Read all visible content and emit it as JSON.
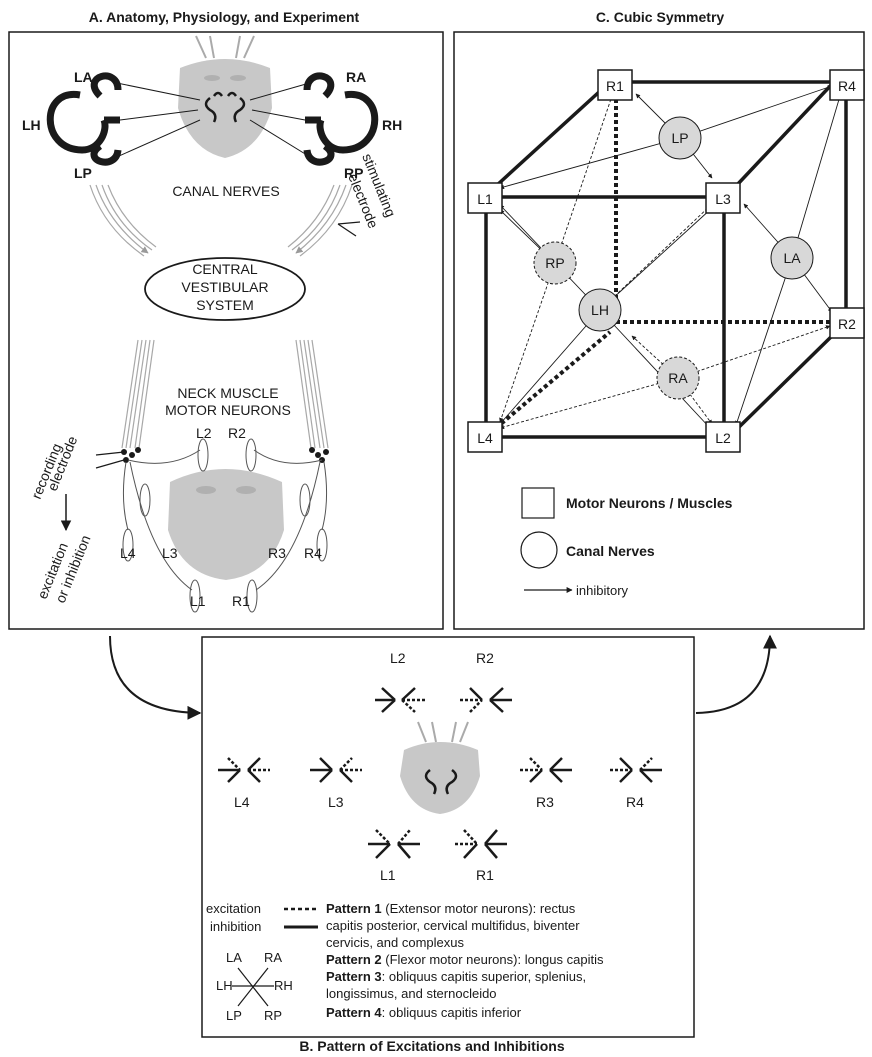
{
  "panel_a": {
    "title": "A. Anatomy, Physiology, and Experiment",
    "canals": {
      "la": "LA",
      "lh": "LH",
      "lp": "LP",
      "ra": "RA",
      "rh": "RH",
      "rp": "RP"
    },
    "canal_nerves": "CANAL NERVES",
    "stimulating": "stimulating",
    "electrode_1": "electrode",
    "cvs_line1": "CENTRAL",
    "cvs_line2": "VESTIBULAR",
    "cvs_line3": "SYSTEM",
    "neck_line1": "NECK MUSCLE",
    "neck_line2": "MOTOR NEURONS",
    "recording": "recording",
    "electrode_2": "electrode",
    "excitation": "excitation",
    "or_inhibition": "or inhibition",
    "muscles": {
      "l1": "L1",
      "l2": "L2",
      "l3": "L3",
      "l4": "L4",
      "r1": "R1",
      "r2": "R2",
      "r3": "R3",
      "r4": "R4"
    }
  },
  "panel_c": {
    "title": "C. Cubic Symmetry",
    "nodes": {
      "r1": "R1",
      "r4": "R4",
      "l1": "L1",
      "l3": "L3",
      "r2": "R2",
      "l4": "L4",
      "l2": "L2"
    },
    "canals": {
      "lp": "LP",
      "rp": "RP",
      "lh": "LH",
      "la": "LA",
      "ra": "RA"
    },
    "legend_square": "Motor Neurons / Muscles",
    "legend_circle": "Canal Nerves",
    "legend_arrow": "inhibitory"
  },
  "panel_b": {
    "title": "B. Pattern of Excitations and Inhibitions",
    "labels": {
      "l1": "L1",
      "l2": "L2",
      "l3": "L3",
      "l4": "L4",
      "r1": "R1",
      "r2": "R2",
      "r3": "R3",
      "r4": "R4"
    },
    "excitation": "excitation",
    "inhibition": "inhibition",
    "key": {
      "la": "LA",
      "ra": "RA",
      "lh": "LH",
      "rh": "RH",
      "lp": "LP",
      "rp": "RP"
    },
    "p1_bold": "Pattern 1",
    "p1_text": "(Extensor motor neurons):  rectus",
    "p1_line2": "capitis posterior, cervical multifidus, biventer",
    "p1_line3": "cervicis, and complexus",
    "p2_bold": "Pattern 2",
    "p2_text": "(Flexor motor neurons):  longus capitis",
    "p3_bold": "Pattern 3",
    "p3_text": ":  obliquus capitis superior, splenius,",
    "p3_line2": "longissimus, and sternocleido",
    "p4_bold": "Pattern 4",
    "p4_text": ":  obliquus capitis inferior"
  }
}
